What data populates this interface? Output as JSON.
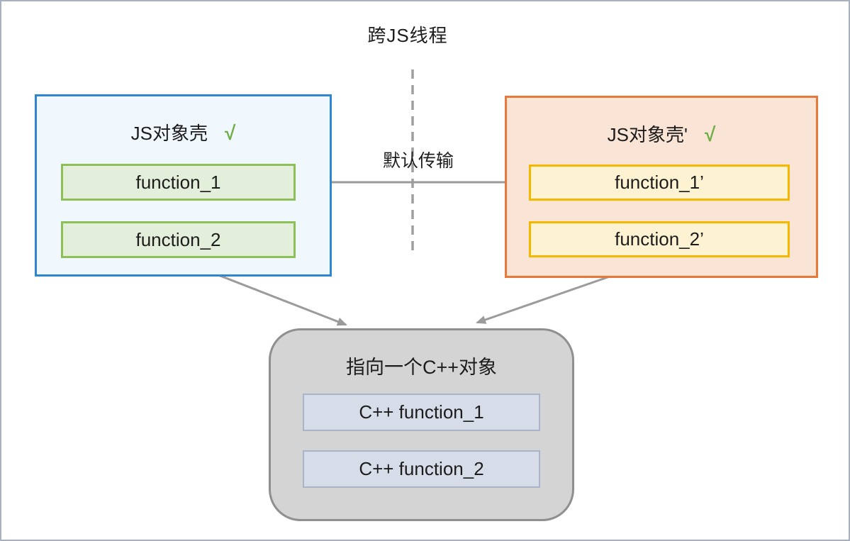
{
  "title": "跨JS线程",
  "transfer_label": "默认传输",
  "left_box": {
    "title": "JS对象壳",
    "check": "√",
    "items": [
      "function_1",
      "function_2"
    ]
  },
  "right_box": {
    "title": "JS对象壳'",
    "check": "√",
    "items": [
      "function_1’",
      "function_2’"
    ]
  },
  "cpp_box": {
    "title": "指向一个C++对象",
    "items": [
      "C++ function_1",
      "C++ function_2"
    ]
  },
  "colors": {
    "left_border": "#2e86d1",
    "left_fill": "#f0f8fe",
    "green_node_border": "#8dc057",
    "green_node_fill": "#e3efda",
    "right_border": "#e8793b",
    "right_fill": "#fae4d6",
    "yellow_node_border": "#f5b800",
    "yellow_node_fill": "#fdf3d2",
    "cpp_border": "#8f8f8f",
    "cpp_fill": "#d4d4d4",
    "cpp_node_border": "#a9b3c9",
    "cpp_node_fill": "#d6dce8",
    "arrow": "#9b9b9b",
    "check": "#6fad47",
    "page_border": "#a9b0bf"
  }
}
